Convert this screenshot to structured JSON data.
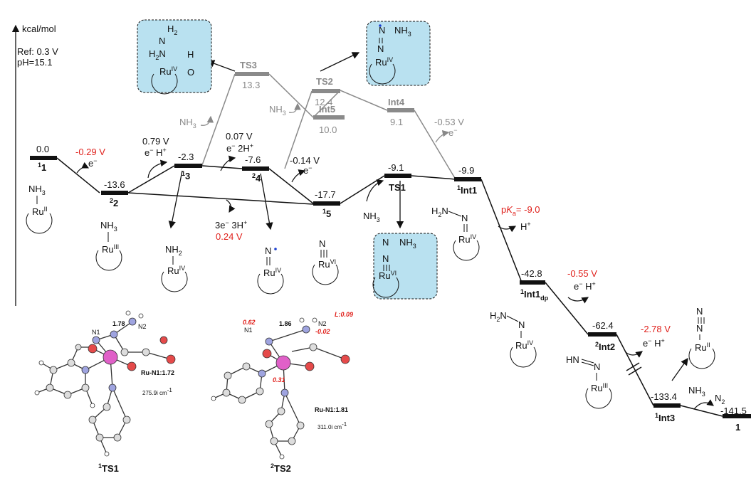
{
  "axis": {
    "unit": "kcal/mol",
    "ref": "Ref: 0.3 V",
    "ph": "pH=15.1"
  },
  "states": {
    "s11": {
      "energy": "0.0",
      "label": "1",
      "spin": "1"
    },
    "s22": {
      "energy": "-13.6",
      "label": "2",
      "spin": "2"
    },
    "s13": {
      "energy": "-2.3",
      "label": "3",
      "spin": "1"
    },
    "s24": {
      "energy": "-7.6",
      "label": "4",
      "spin": "2"
    },
    "s15": {
      "energy": "-17.7",
      "label": "5",
      "spin": "1"
    },
    "ts1": {
      "energy": "-9.1",
      "label": "TS1"
    },
    "int1": {
      "energy": "-9.9",
      "label": "Int1",
      "spin": "1"
    },
    "int1dp": {
      "energy": "-42.8",
      "label": "Int1",
      "sub": "dp",
      "spin": "1"
    },
    "int2": {
      "energy": "-62.4",
      "label": "Int2",
      "spin": "2"
    },
    "int3": {
      "energy": "-133.4",
      "label": "Int3",
      "spin": "1"
    },
    "end1": {
      "energy": "-141.5",
      "label": "1"
    },
    "ts3": {
      "energy": "13.3",
      "label": "TS3"
    },
    "ts2": {
      "energy": "12.4",
      "label": "TS2"
    },
    "int5": {
      "energy": "10.0",
      "label": "Int5"
    },
    "int4": {
      "energy": "9.1",
      "label": "Int4"
    }
  },
  "steps": {
    "e1": {
      "pot": "-0.29 V",
      "txt": "e"
    },
    "e2": {
      "pot": "0.79 V",
      "txt": "e  H"
    },
    "e3": {
      "pot": "0.07 V",
      "txt": "e  2H"
    },
    "e4": {
      "pot": "-0.14 V",
      "txt": "e"
    },
    "e5": {
      "txt": "3e  3H",
      "pot": "0.24 V"
    },
    "e6": {
      "pot": "-0.53 V",
      "txt": "e"
    },
    "pka": {
      "pre": "p",
      "k": "K",
      "sub": "a",
      "val": "= -9.0",
      "h": "H"
    },
    "e7": {
      "pot": "-0.55 V",
      "txt": "e  H"
    },
    "e8": {
      "pot": "-2.78 V",
      "txt": "e  H"
    },
    "nh3": "NH",
    "n2": "N"
  },
  "structures": {
    "ts1_caption": "TS1",
    "ts1_caption_sup": "1",
    "ts2_caption": "TS2",
    "ts2_caption_sup": "2",
    "ts1_bond": "Ru-N1:1.72",
    "ts1_freq": "275.9i cm",
    "ts2_bond": "Ru-N1:1.81",
    "ts2_freq": "311.0i cm",
    "ts1_dist": "1.78",
    "ts2_dist": "1.86",
    "ts2_n1_charge": "0.62",
    "ts2_n2_charge": "-0.02",
    "ts2_ru_charge": "0.31",
    "ts2_l_charge": "L:0.09",
    "n1": "N1",
    "n2": "N2"
  },
  "colors": {
    "black": "#111111",
    "gray": "#8a8a8a",
    "red": "#e0201b",
    "box": "#b9e1f0"
  }
}
